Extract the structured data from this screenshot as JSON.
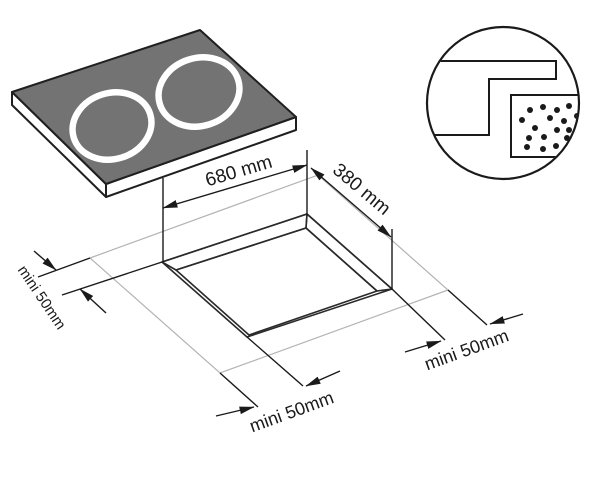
{
  "diagram": {
    "labels": {
      "cutout_width": "680 mm",
      "cutout_depth": "380 mm",
      "clearance_left": "mini 50mm",
      "clearance_bottom": "mini 50mm",
      "clearance_right": "mini 50mm"
    },
    "colors": {
      "cooktop_surface": "#737373",
      "cooktop_side": "#ffffff",
      "cutout_inner_wall": "#d2d2d2",
      "outline": "#1a1a1a",
      "worktop_outline": "#b3b3b3",
      "burner_ring": "#ffffff",
      "background": "#ffffff"
    }
  }
}
